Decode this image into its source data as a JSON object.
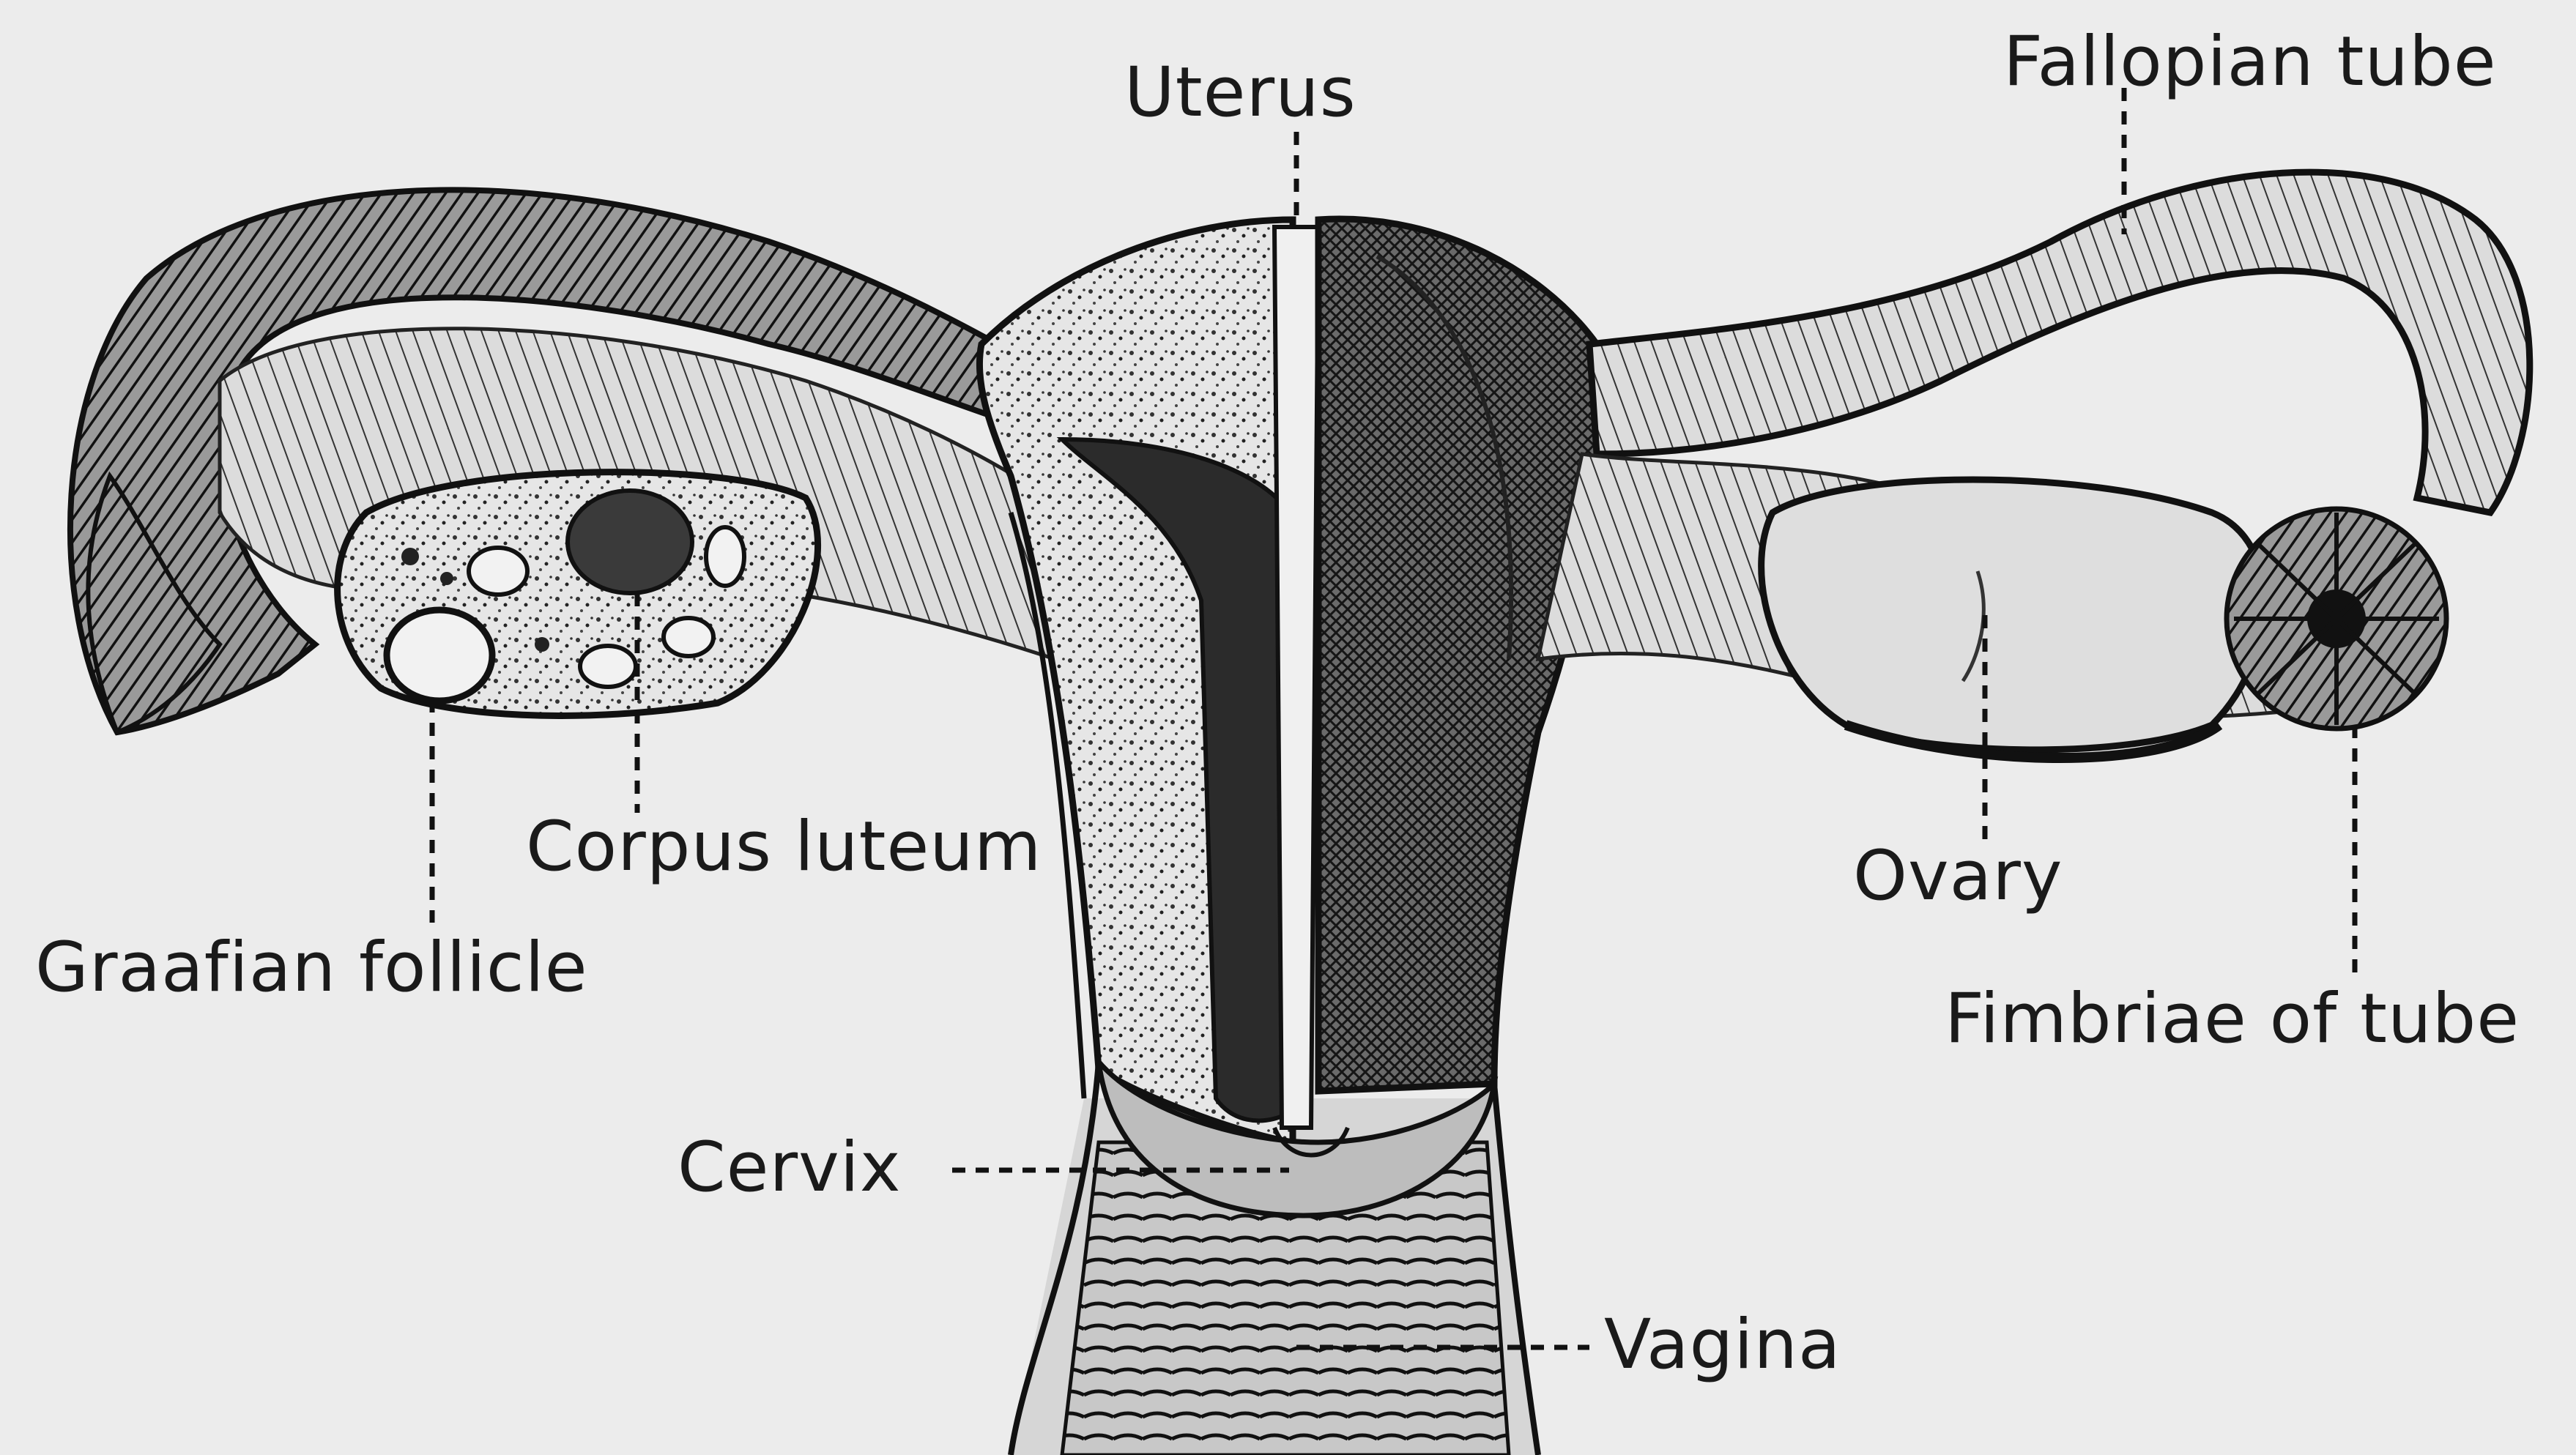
{
  "labels": {
    "uterus": "Uterus",
    "fallopian_tube": "Fallopian tube",
    "corpus_luteum": "Corpus luteum",
    "graafian_follicle": "Graafian follicle",
    "ovary": "Ovary",
    "fimbriae": "Fimbriae of tube",
    "cervix": "Cervix",
    "vagina": "Vagina"
  },
  "colors": {
    "background": "#ececec",
    "ink": "#1a1a1a"
  }
}
